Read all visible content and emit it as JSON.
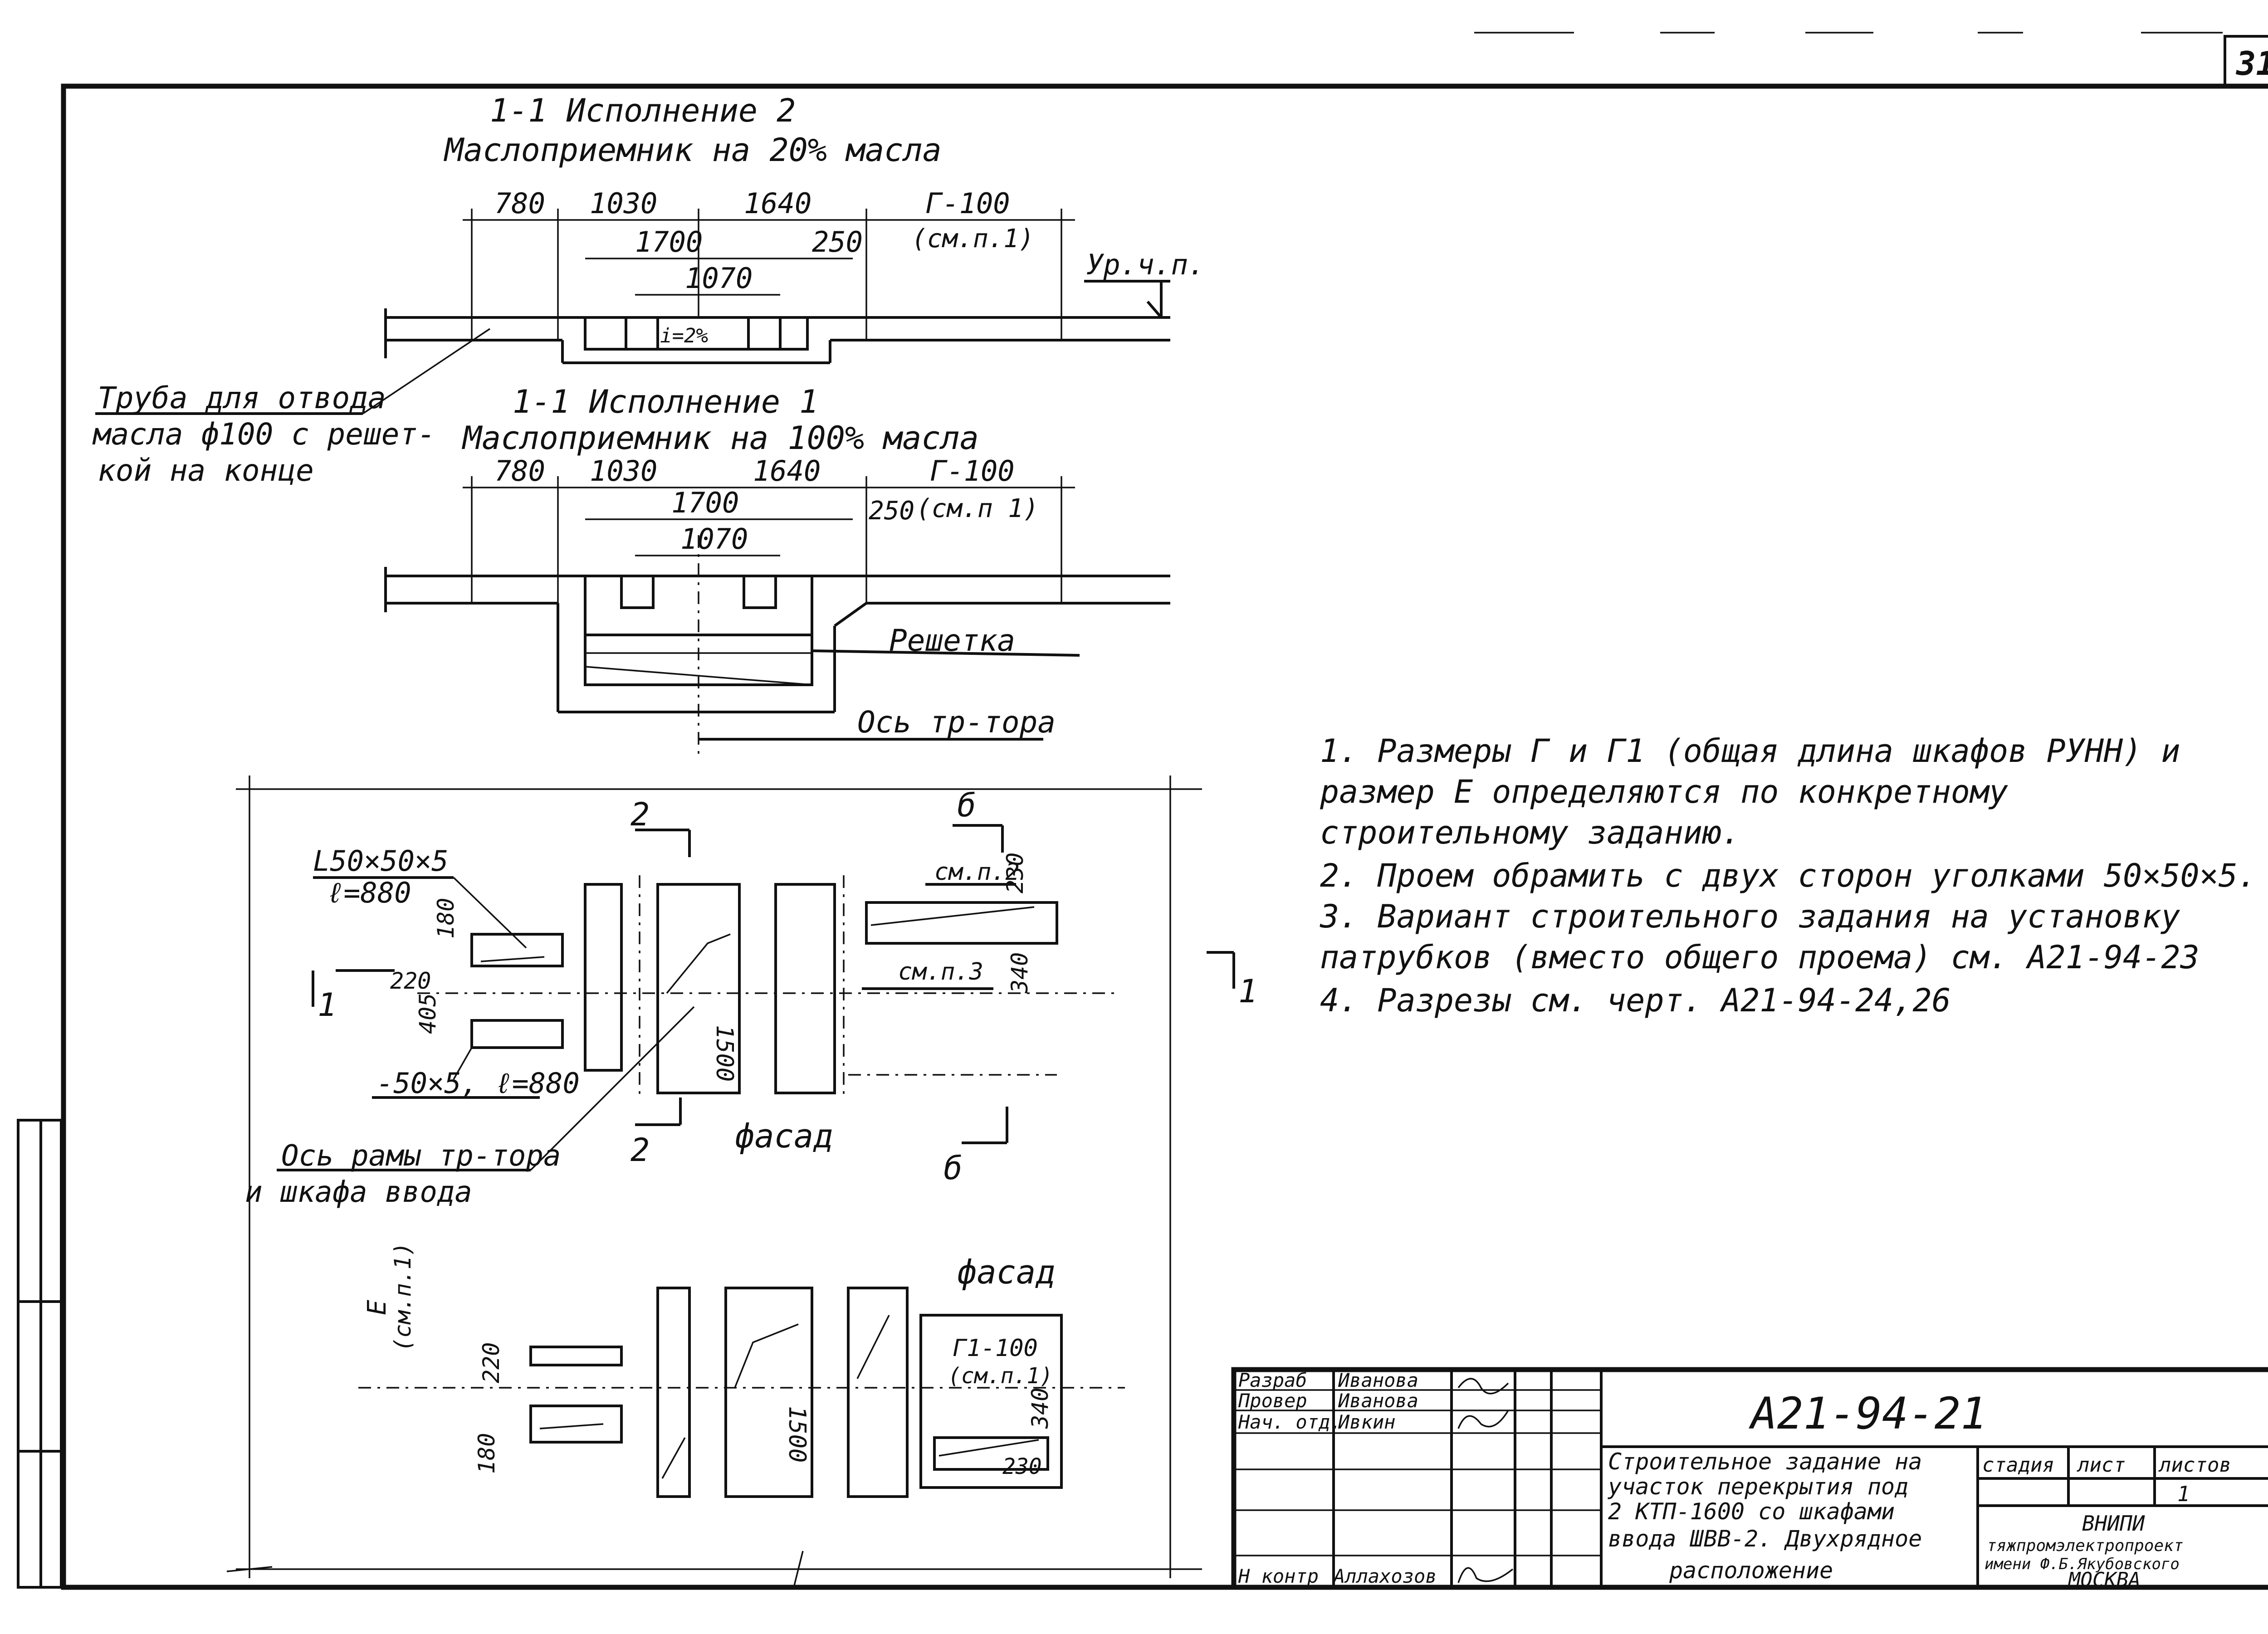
{
  "sheet_number": "31",
  "section_top": {
    "title_line1": "1-1 Исполнение 2",
    "title_line2": "Маслоприемник на 20% масла",
    "dims": [
      "780",
      "1030",
      "1640",
      "Г-100",
      "1700",
      "250",
      "(см.п.1)",
      "1070",
      "i=2%"
    ],
    "level_mark": "Ур.ч.п."
  },
  "pipe_note": {
    "line1": "Труба для отвода",
    "line2": "масла ф100 с решет-",
    "line3": "кой на конце"
  },
  "section_bottom": {
    "title_line1": "1-1 Исполнение 1",
    "title_line2": "Маслоприемник на 100% масла",
    "dims": [
      "780",
      "1030",
      "1640",
      "Г-100",
      "1700",
      "250",
      "(см.п 1)",
      "1070"
    ],
    "grate_label": "Решетка",
    "axis_label": "Ось тр-тора"
  },
  "notes": [
    "1. Размеры Г и Г1 (общая длина шкафов РУНН) и",
    "   размер Е определяются по конкретному",
    "   строительному заданию.",
    "2. Проем обрамить с двух сторон уголками 50×50×5.",
    "3. Вариант строительного задания на установку",
    "   патрубков (вместо общего проема) см. А21-94-23",
    "4. Разрезы см. черт. А21-94-24,26"
  ],
  "plan": {
    "angle_label": "L50×50×5",
    "angle_len": "ℓ=880",
    "strip_label": "-50×5, ℓ=880",
    "dims": [
      "180",
      "220",
      "405",
      "1500",
      "230",
      "340",
      "см.п.2",
      "см.п.3",
      "Г1-100",
      "(см.п.1)",
      "Е",
      "(см.п.1)",
      "220",
      "180",
      "1500",
      "340",
      "230"
    ],
    "cut_labels": [
      "1",
      "1",
      "2",
      "2",
      "б",
      "б"
    ],
    "facade_1": "фасад",
    "facade_2": "фасад",
    "axis_note_line1": "Ось рамы тр-тора",
    "axis_note_line2": "и шкафа ввода"
  },
  "title_block": {
    "rows": [
      {
        "role": "Разраб",
        "name": "Иванова"
      },
      {
        "role": "Провер",
        "name": "Иванова"
      },
      {
        "role": "Нач. отд.",
        "name": "Ивкин"
      },
      {
        "role": "",
        "name": ""
      },
      {
        "role": "",
        "name": ""
      },
      {
        "role": "",
        "name": ""
      },
      {
        "role": "Н контр",
        "name": "Аллахозов"
      }
    ],
    "doc_code": "А21-94-21",
    "description_lines": [
      "Строительное задание на",
      "участок перекрытия под",
      "2 КТП-1600 со шкафами",
      "ввода ШВВ-2. Двухрядное",
      "расположение"
    ],
    "col_stage": "стадия",
    "col_sheet": "лист",
    "col_sheets": "листов",
    "sheet_value": "1",
    "org_line1": "ВНИПИ",
    "org_line2": "тяжпромэлектропроект",
    "org_line3": "имени Ф.Б.Якубовского",
    "org_line4": "МОСКВА"
  }
}
